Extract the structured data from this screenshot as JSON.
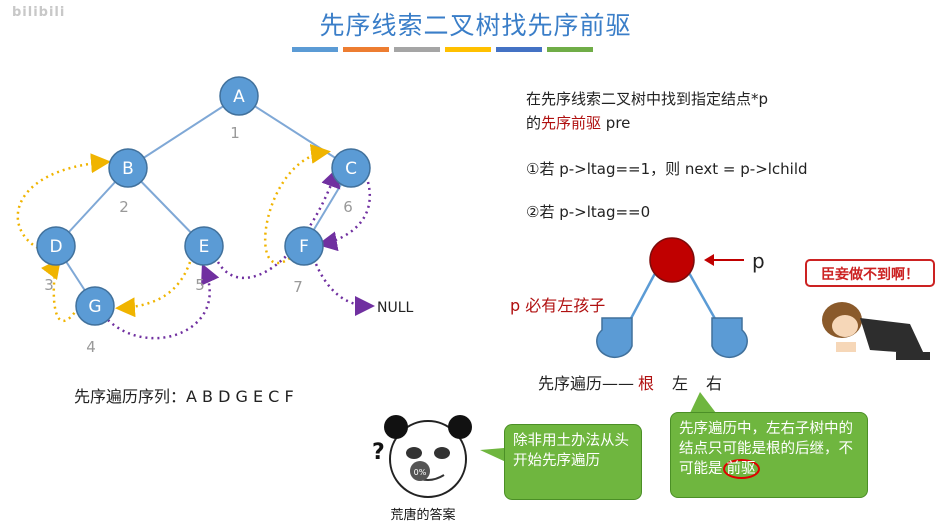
{
  "watermark": "bilibili",
  "title": "先序线索二叉树找先序前驱",
  "accent_colors": [
    "#5b9bd5",
    "#ed7d31",
    "#a5a5a5",
    "#ffc000",
    "#4472c4",
    "#70ad47"
  ],
  "tree": {
    "nodes": [
      "A",
      "B",
      "C",
      "D",
      "E",
      "F",
      "G"
    ],
    "order_numbers": [
      "1",
      "2",
      "6",
      "3",
      "5",
      "7",
      "4"
    ],
    "null_label": "NULL"
  },
  "traversal_label": "先序遍历序列：A B D G E C F",
  "right": {
    "line1": "在先序线索二叉树中找到指定结点*p",
    "line2_prefix": "的",
    "line2_highlight": "先序前驱",
    "line2_suffix": " pre",
    "rule1": "①若 p->ltag==1，则 next = p->lchild",
    "rule2": "②若 p->ltag==0",
    "p_label": "p",
    "p_left_note": "p 必有左孩子",
    "preorder_prefix": "先序遍历——",
    "preorder_root": "根",
    "preorder_left": "左",
    "preorder_right": "右"
  },
  "bubble_left": "除非用土办法从头开始先序遍历",
  "bubble_right_main": "先序遍历中，左右子树中的结点只可能是根的后继，不可能是",
  "bubble_right_circled": "前驱",
  "panda_caption": "荒唐的答案",
  "panda_badge": "0%",
  "meme_text": "臣妾做不到啊！"
}
